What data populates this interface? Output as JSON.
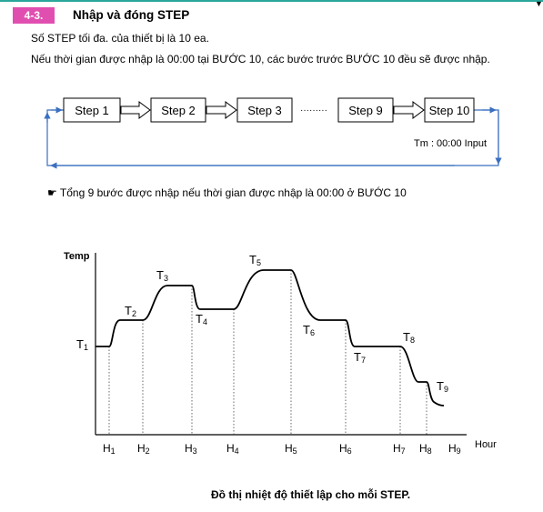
{
  "section": {
    "number": "4-3.",
    "title": "Nhập và đóng STEP"
  },
  "body": {
    "line1": "Số STEP tối đa. của thiết bị là 10 ea.",
    "line2": "Nếu thời gian được nhập là 00:00 tại BƯỚC 10, các bước trước BƯỚC 10 đều sẽ được nhập."
  },
  "flow": {
    "steps": [
      "Step 1",
      "Step 2",
      "Step 3",
      "Step 9",
      "Step 10"
    ],
    "ellipsis": "·········",
    "tm_note": "Tm : 00:00 Input"
  },
  "note": {
    "icon": "pointing-hand-icon",
    "text": "Tổng 9 bước được nhập nếu thời gian được nhập là 00:00 ở BƯỚC 10"
  },
  "graph": {
    "ylabel": "Temp",
    "xlabel": "Hour",
    "temp_labels": [
      {
        "base": "T",
        "sub": "1"
      },
      {
        "base": "T",
        "sub": "2"
      },
      {
        "base": "T",
        "sub": "3"
      },
      {
        "base": "T",
        "sub": "4"
      },
      {
        "base": "T",
        "sub": "5"
      },
      {
        "base": "T",
        "sub": "6"
      },
      {
        "base": "T",
        "sub": "7"
      },
      {
        "base": "T",
        "sub": "8"
      },
      {
        "base": "T",
        "sub": "9"
      }
    ],
    "hour_labels": [
      {
        "base": "H",
        "sub": "1"
      },
      {
        "base": "H",
        "sub": "2"
      },
      {
        "base": "H",
        "sub": "3"
      },
      {
        "base": "H",
        "sub": "4"
      },
      {
        "base": "H",
        "sub": "5"
      },
      {
        "base": "H",
        "sub": "6"
      },
      {
        "base": "H",
        "sub": "7"
      },
      {
        "base": "H",
        "sub": "8"
      },
      {
        "base": "H",
        "sub": "9"
      }
    ]
  },
  "caption": "Đồ thị nhiệt độ thiết lập cho mỗi STEP.",
  "colors": {
    "section_badge": "#e04fb0",
    "top_rule": "#2aa79b",
    "flow_line": "#3a6fc0"
  }
}
